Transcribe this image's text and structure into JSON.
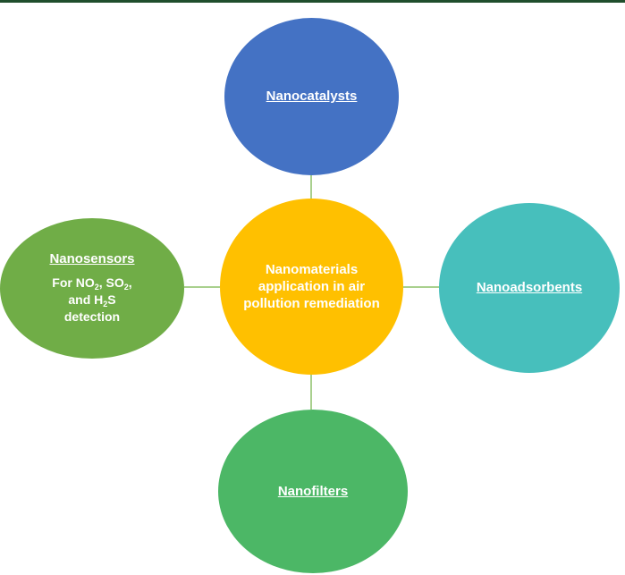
{
  "diagram": {
    "center": {
      "label": "Nanomaterials application in air pollution remediation",
      "color": "#ffc000"
    },
    "top": {
      "label": "Nanocatalysts",
      "color": "#4472c4"
    },
    "right": {
      "label": "Nanoadsorbents",
      "color": "#47bfbc"
    },
    "bottom": {
      "label": "Nanofilters",
      "color": "#4cb766"
    },
    "left": {
      "label": "Nanosensors",
      "detail": {
        "line1": [
          "For NO",
          "2",
          ", SO",
          "2",
          ","
        ],
        "line2": [
          "and H",
          "2",
          "S"
        ],
        "line3": "detection"
      },
      "color": "#70ad47"
    },
    "connector_color": "#a9d08e"
  }
}
